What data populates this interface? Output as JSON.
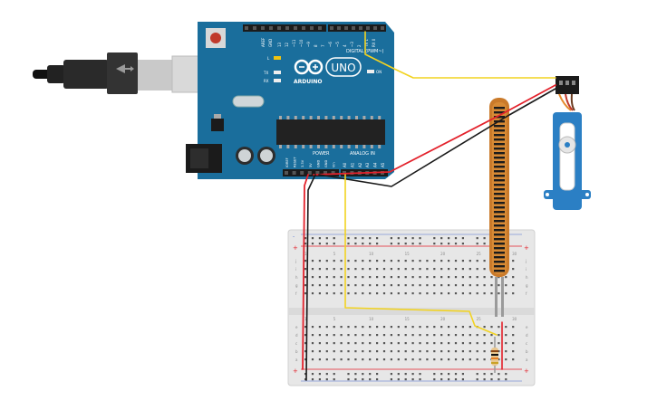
{
  "board": {
    "logo_text": "UNO",
    "brand": "ARDUINO",
    "header_aref": "AREF",
    "header_gnd": "GND",
    "digital_label": "DIGITAL (PWM~)",
    "digital_pins": [
      "13",
      "12",
      "~11",
      "~10",
      "~9",
      "8",
      "7",
      "~6",
      "~5",
      "4",
      "~3",
      "2",
      "TX 1",
      "RX 0"
    ],
    "led_l": "L",
    "led_tx": "TX",
    "led_rx": "RX",
    "on_label": "ON",
    "power_label": "POWER",
    "analog_label": "ANALOG IN",
    "power_pins": [
      "IOREF",
      "RESET",
      "3.3V",
      "5V",
      "GND",
      "GND",
      "Vin"
    ],
    "analog_pins": [
      "A0",
      "A1",
      "A2",
      "A3",
      "A4",
      "A5"
    ]
  },
  "breadboard": {
    "row_letters_top": [
      "j",
      "i",
      "h",
      "g",
      "f"
    ],
    "row_letters_bottom": [
      "e",
      "d",
      "c",
      "b",
      "a"
    ],
    "column_numbers": [
      "1",
      "5",
      "10",
      "15",
      "20",
      "25",
      "30"
    ],
    "rail_plus": "+",
    "rail_minus": "-"
  },
  "components": {
    "servo": "micro servo",
    "flex_sensor": "flex sensor",
    "resistor": "resistor",
    "usb": "USB cable",
    "power_jack": "power jack"
  },
  "wire_colors": {
    "signal": "#f2d321",
    "power": "#e3212b",
    "ground": "#1a1a1a",
    "analog": "#f2d321"
  }
}
